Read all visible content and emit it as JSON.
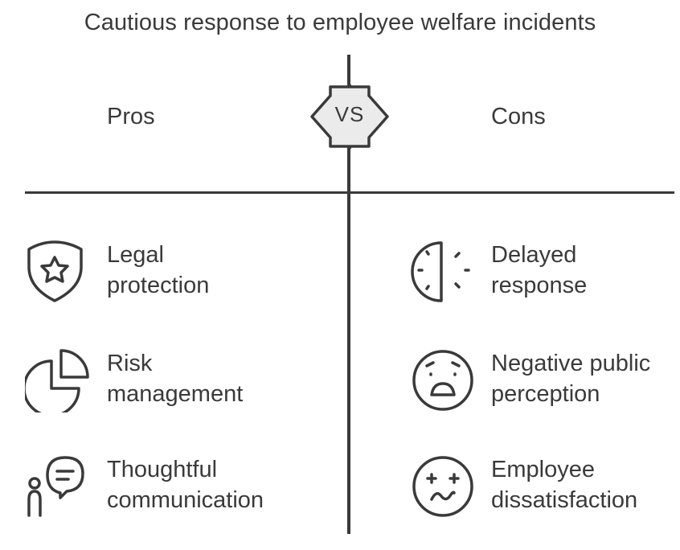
{
  "title": "Cautious response to employee welfare incidents",
  "vs_label": "VS",
  "pros": {
    "heading": "Pros",
    "items": [
      {
        "line1": "Legal",
        "line2": "protection",
        "icon": "shield-star-icon"
      },
      {
        "line1": "Risk",
        "line2": "management",
        "icon": "pie-chart-icon"
      },
      {
        "line1": "Thoughtful",
        "line2": "communication",
        "icon": "person-speech-bubble-icon"
      }
    ]
  },
  "cons": {
    "heading": "Cons",
    "items": [
      {
        "line1": "Delayed",
        "line2": "response",
        "icon": "half-clock-icon"
      },
      {
        "line1": "Negative public",
        "line2": "perception",
        "icon": "sad-face-icon"
      },
      {
        "line1": "Employee",
        "line2": "dissatisfaction",
        "icon": "dizzy-face-icon"
      }
    ]
  },
  "colors": {
    "ink": "#3a3a3a",
    "badge_fill": "#ebebeb",
    "background": "#ffffff"
  }
}
